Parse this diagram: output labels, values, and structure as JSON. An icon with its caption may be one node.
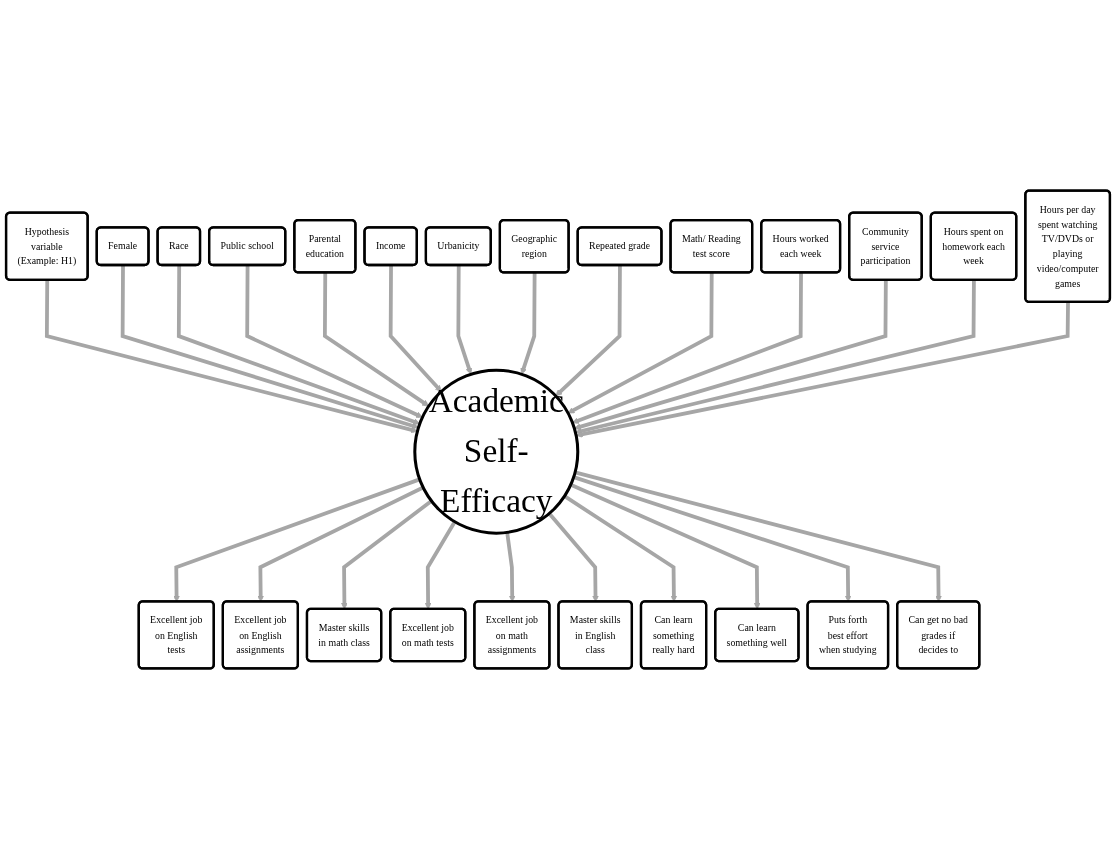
{
  "diagram": {
    "nodes": [
      {
        "text": [
          "Hypothesis variable (Example: H1)"
        ]
      },
      {
        "text": [
          "Female"
        ]
      },
      {
        "text": [
          "Race"
        ]
      },
      {
        "text": [
          "Public school"
        ]
      },
      {
        "text": [
          "Parental education"
        ]
      },
      {
        "text": [
          "Income"
        ]
      },
      {
        "text": [
          "Urbanicity"
        ]
      },
      {
        "text": [
          "Geographic region"
        ]
      },
      {
        "text": [
          "Repeated grade"
        ]
      },
      {
        "text": [
          "Math/ Reading test score"
        ]
      },
      {
        "text": [
          "Hours worked each week"
        ]
      },
      {
        "text": [
          "Community service participation"
        ]
      },
      {
        "text": [
          "Hours spent on homework each week"
        ]
      },
      {
        "text": [
          "Hours per day spent watching TV/DVDs or playing video/computer games"
        ]
      },
      {
        "text": [
          "Academic Self-Efficacy"
        ]
      },
      {
        "text": [
          "Excellent job on English tests"
        ]
      },
      {
        "text": [
          "Excellent job on English assignments"
        ]
      },
      {
        "text": [
          "Master skills in math class"
        ]
      },
      {
        "text": [
          "Excellent job on math tests"
        ]
      },
      {
        "text": [
          "Excellent job on math assignments"
        ]
      },
      {
        "text": [
          "Master skills in English class"
        ]
      },
      {
        "text": [
          "Can learn something really hard"
        ]
      },
      {
        "text": [
          "Can learn something well"
        ]
      },
      {
        "text": [
          "Puts forth best effort when studying"
        ]
      },
      {
        "text": [
          "Can get no bad grades if decides to"
        ]
      }
    ],
    "edges": [
      {
        "from": 0,
        "to": 14,
        "arrow": "to"
      },
      {
        "from": 1,
        "to": 14,
        "arrow": "to"
      },
      {
        "from": 2,
        "to": 14,
        "arrow": "to"
      },
      {
        "from": 3,
        "to": 14,
        "arrow": "to"
      },
      {
        "from": 4,
        "to": 14,
        "arrow": "to"
      },
      {
        "from": 5,
        "to": 14,
        "arrow": "to"
      },
      {
        "from": 6,
        "to": 14,
        "arrow": "to"
      },
      {
        "from": 7,
        "to": 14,
        "arrow": "to"
      },
      {
        "from": 8,
        "to": 14,
        "arrow": "to"
      },
      {
        "from": 9,
        "to": 14,
        "arrow": "to"
      },
      {
        "from": 10,
        "to": 14,
        "arrow": "to"
      },
      {
        "from": 11,
        "to": 14,
        "arrow": "to"
      },
      {
        "from": 12,
        "to": 14,
        "arrow": "to"
      },
      {
        "from": 13,
        "to": 14,
        "arrow": "to"
      },
      {
        "from": 14,
        "to": 15,
        "arrow": "to"
      },
      {
        "from": 14,
        "to": 16,
        "arrow": "to"
      },
      {
        "from": 14,
        "to": 17,
        "arrow": "to"
      },
      {
        "from": 14,
        "to": 18,
        "arrow": "to"
      },
      {
        "from": 14,
        "to": 19,
        "arrow": "to"
      },
      {
        "from": 14,
        "to": 20,
        "arrow": "to"
      },
      {
        "from": 14,
        "to": 21,
        "arrow": "to"
      },
      {
        "from": 14,
        "to": 22,
        "arrow": "to"
      },
      {
        "from": 14,
        "to": 23,
        "arrow": "to"
      },
      {
        "from": 14,
        "to": 24,
        "arrow": "to"
      }
    ]
  }
}
